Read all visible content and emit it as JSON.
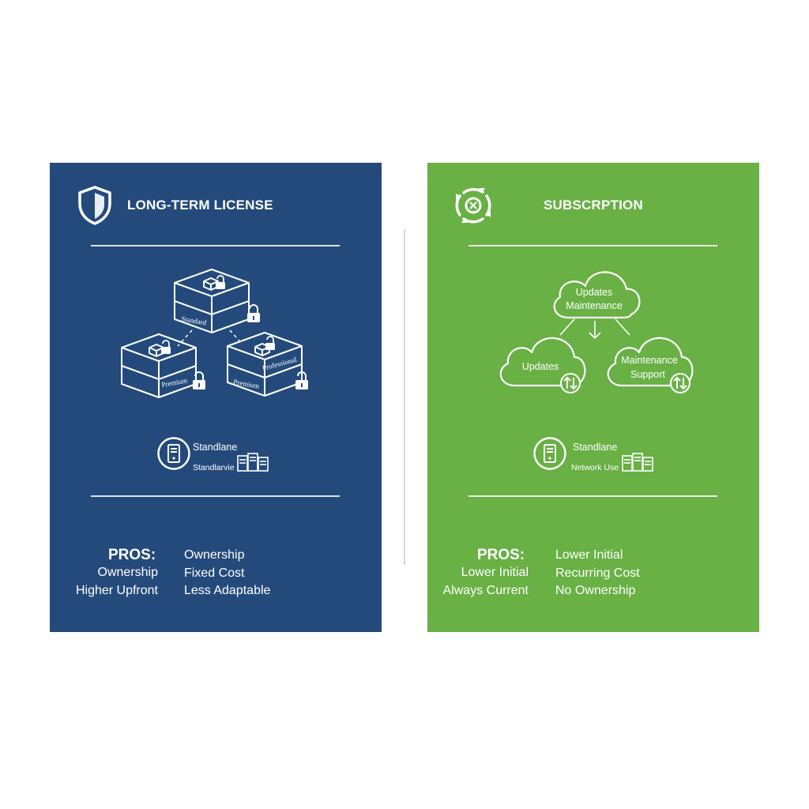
{
  "license": {
    "title": "LONG-TERM LICENSE",
    "icon": "shield-icon",
    "editions": {
      "top": "Standard",
      "left": "Premium",
      "right_upper": "Professional",
      "right_lower": "Premium"
    },
    "deployment": {
      "icon": "server-icon",
      "line1": "Standlane",
      "line2": "Standlarvie"
    },
    "pros_label": "PROS:",
    "cons_column": [
      "Ownership",
      "Higher Upfront"
    ],
    "mid_items": [
      "Ownership",
      "Fixed Cost",
      "Less Adaptable"
    ],
    "color": "#244a7c"
  },
  "subscription": {
    "title": "SUBSCRPTION",
    "icon": "cycle-icon",
    "clouds": {
      "top_line1": "Updates",
      "top_line2": "Maintenance",
      "left": "Updates",
      "right_line1": "Maintenance",
      "right_line2": "Support"
    },
    "deployment": {
      "icon": "server-icon",
      "line1": "Standlane",
      "line2": "Network Use"
    },
    "pros_label": "PROS:",
    "cons_column": [
      "Lower Initial",
      "Always Current"
    ],
    "mid_items": [
      "Lower Initial",
      "Recurring Cost",
      "No Ownership"
    ],
    "color": "#69b045"
  }
}
